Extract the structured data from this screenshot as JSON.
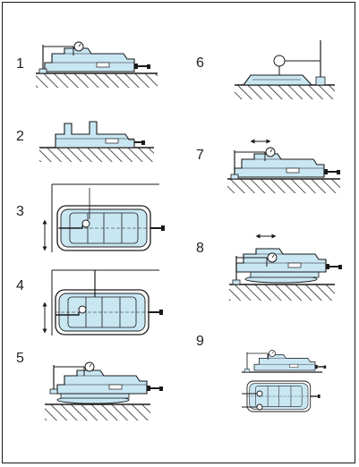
{
  "steps": [
    {
      "label": "1"
    },
    {
      "label": "2"
    },
    {
      "label": "3"
    },
    {
      "label": "4"
    },
    {
      "label": "5"
    },
    {
      "label": "6"
    },
    {
      "label": "7"
    },
    {
      "label": "8"
    },
    {
      "label": "9"
    }
  ],
  "colors": {
    "line": "#1a1a1a",
    "fill": "#c9e6f3",
    "ground": "#2a2a2a"
  }
}
